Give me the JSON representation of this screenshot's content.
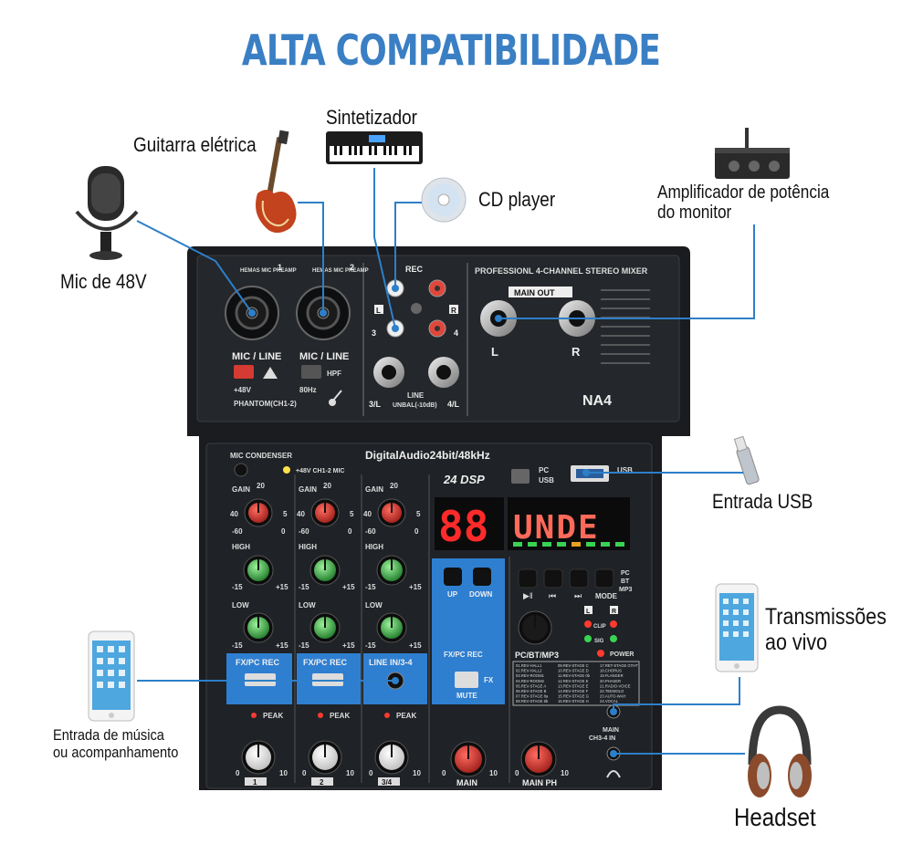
{
  "title": "ALTA COMPATIBILIDADE",
  "devices": {
    "mic": "Mic de 48V",
    "guitar": "Guitarra elétrica",
    "synth": "Sintetizador",
    "cd": "CD player",
    "amp_line1": "Amplificador de potência",
    "amp_line2": "do monitor",
    "usb": "Entrada USB",
    "live_line1": "Transmissões",
    "live_line2": "ao vivo",
    "music_line1": "Entrada de música",
    "music_line2": "ou acompanhamento",
    "headset": "Headset"
  },
  "mixer": {
    "ch1_num": "1",
    "ch2_num": "2",
    "preamp1": "HEMAS MIC PREAMP",
    "preamp2": "HEMAS MIC PREAMP",
    "mic_line1": "MIC / LINE",
    "mic_line2": "MIC / LINE",
    "plus48": "+48V",
    "phantom": "PHANTOM(CH1-2)",
    "hpf": "HPF",
    "hz80": "80Hz",
    "rec": "REC",
    "rec_l": "L",
    "rec_r": "R",
    "in3": "3",
    "in4": "4",
    "line": "LINE",
    "line_3l": "3/L",
    "unbal": "UNBAL(-10dB)",
    "line_4l": "4/L",
    "stereo": "PROFESSIONL 4-CHANNEL  STEREO MIXER",
    "main_out": "MAIN OUT",
    "out_l": "L",
    "out_r": "R",
    "model": "NA4",
    "mic_condenser": "MIC CONDENSER",
    "mic48": "+48V  CH1-2 MIC",
    "digital": "DigitalAudio24bit/48kHz",
    "dsp": "24 DSP",
    "pc": "PC",
    "usb_sw": "USB",
    "usb_port": "USB",
    "gain": "GAIN",
    "high": "HIGH",
    "low": "LOW",
    "g20": "20",
    "g40": "40",
    "g5": "5",
    "g60": "-60",
    "g0": "0",
    "m15": "-15",
    "p15": "+15",
    "fxpc1": "FX/PC REC",
    "fxpc2": "FX/PC REC",
    "line34": "LINE IN/3-4",
    "peak": "PEAK",
    "ch_1": "1",
    "ch_2": "2",
    "ch_34": "3/4",
    "led_left": "88",
    "led_right": "UNDE",
    "up": "UP",
    "down": "DOWN",
    "fxpcrec": "FX/PC REC",
    "fx": "FX",
    "mute": "MUTE",
    "mode": "MODE",
    "pcbt": "PC",
    "bt": "BT",
    "mp3": "MP3",
    "pcbtmp3": "PC/BT/MP3",
    "clip": "CLIP",
    "sig": "SIG",
    "power": "POWER",
    "main": "MAIN",
    "main_ph": "MAIN PH",
    "main_jack": "MAIN",
    "ch34in": "CH3-4 IN",
    "k0": "0",
    "k10": "10",
    "fx_list": [
      "01.REV-HALL1",
      "02.REV-HALL2",
      "03.REV-ROOM1",
      "04.REV-ROOM2",
      "05.REV-STAGE A",
      "06.REV-STAGE B",
      "07.REV-STAGE 8a",
      "08.REV-STAGE 8b",
      "09.REV-STAGE C",
      "10.REV-STAGE D",
      "11.REV-STAGE 0b",
      "12.REV-STAGE E",
      "13.REV-STAGE E",
      "14.REV-STAGE F",
      "15.REV-STAGE G",
      "16.REV-STAGE H",
      "17.RET-STAGE GTHT",
      "18.CHORUS",
      "19.FLANGER",
      "20.PHASER",
      "21.RADIO-VOICE",
      "22.TEEMOLO",
      "23.AUTO-WAH",
      "24.VOCAL"
    ]
  },
  "colors": {
    "title": "#3a7fc4",
    "panel": "#16181b",
    "blue_panel": "#2f7fd1",
    "red_knob": "#c8312c",
    "green_knob": "#3fae49",
    "led": "#ff2a2a",
    "cable": "#2d7fc8"
  },
  "icons": [
    "microphone-icon",
    "guitar-icon",
    "keyboard-icon",
    "cd-icon",
    "amplifier-icon",
    "usb-stick-icon",
    "smartphone-icon",
    "headphones-icon"
  ]
}
